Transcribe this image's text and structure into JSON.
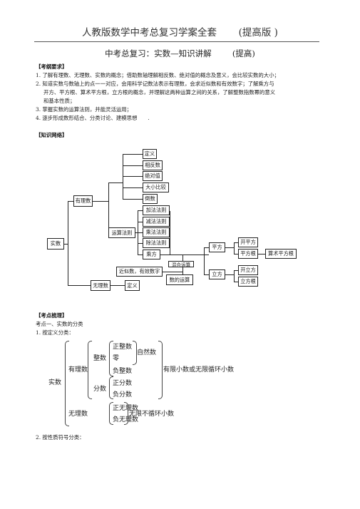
{
  "header": {
    "title": "人教版数学中考总复习学案全套",
    "edition": "(提高版 )"
  },
  "section": {
    "title": "中考总复习：实数—知识讲解",
    "level": "(提高)"
  },
  "objectives": {
    "heading": "【考纲要求】",
    "items": [
      "1. 了解有理数、无理数、实数的概念；借助数轴理解相反数、绝对值的概念及意义，会比较实数的大小；",
      "2. 知道实数与数轴上的点一一对应，会用科学记数法表示有理数，会求近似数和有效数字；了解乘方与",
      "开方、平方根、算术平方根，立方根的概念，并理解这两种运算之间的关系，了解整数指数幂的意义",
      "和基本性质；",
      "3. 掌握实数的运算法则，并能灵活运用；",
      "4. 逐步形成数形结合、分类讨论、建模思想　　."
    ]
  },
  "network": {
    "heading": "【知识网络】",
    "nodes": {
      "real": "实数",
      "rational": "有理数",
      "irrational": "无理数",
      "irr_def": "定义",
      "definition": "定义",
      "opposite": "相反数",
      "absolute": "绝对值",
      "compare": "大小比较",
      "reciprocal": "倒数",
      "ops_rule": "运算法则",
      "add": "加法法则",
      "sub": "减法法则",
      "mul": "乘法法则",
      "div": "除法法则",
      "power": "乘方",
      "mixed": "混合运算",
      "approx": "近似数，有效数字",
      "num_ops": "数的运算",
      "square": "平方",
      "cube": "立方",
      "sqrt": "开平方",
      "sq_root": "平方根",
      "arith_root": "算术平方根",
      "cbrt": "开立方",
      "cube_root": "立方根"
    }
  },
  "review": {
    "heading": "【考点梳理】",
    "point1": "考点一、实数的分类",
    "item1": "1. 按定义分类：",
    "classification": {
      "real": "实数",
      "rational": "有理数",
      "integer": "整数",
      "pos_int": "正整数",
      "natural": "自然数",
      "zero": "零",
      "neg_int": "负整数",
      "fraction": "分数",
      "pos_frac": "正分数",
      "neg_frac": "负分数",
      "finite": "有限小数或无限循环小数",
      "irrational": "无理数",
      "pos_irr": "正无理数",
      "neg_irr": "负无理数",
      "infinite": "无限不循环小数"
    },
    "item2": "2. 按性质符号分类："
  }
}
